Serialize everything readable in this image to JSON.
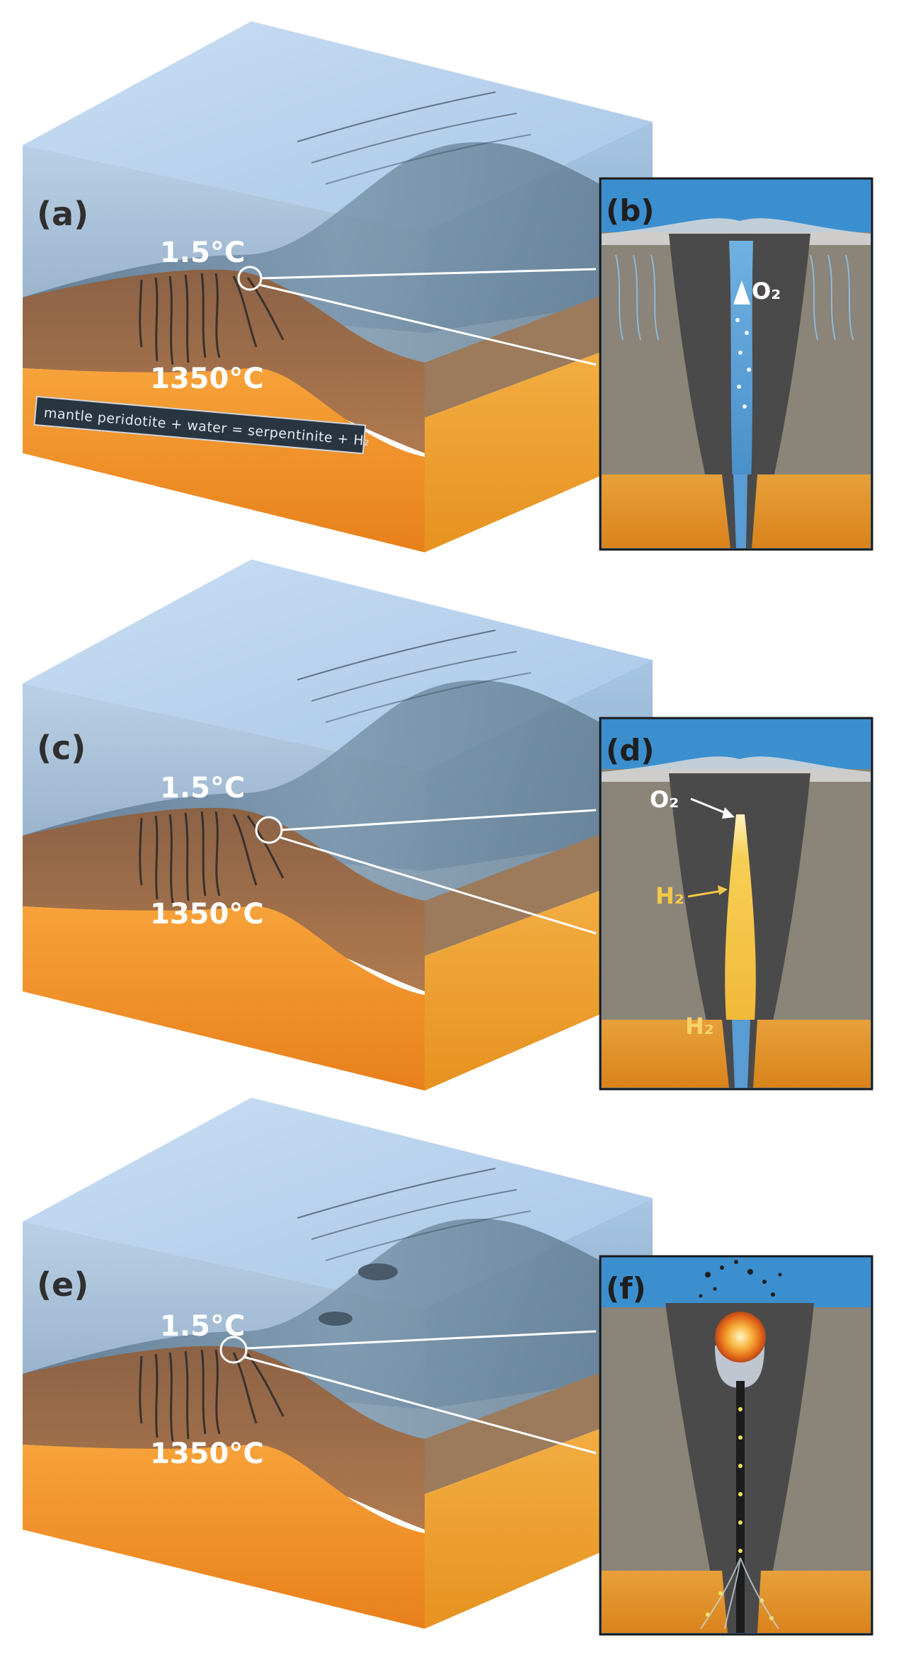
{
  "panels": {
    "a": {
      "label": "(a)",
      "surface_temp": "1.5°C",
      "mantle_temp": "1350°C",
      "equation": "mantle peridotite + water = serpentinite + H₂"
    },
    "b": {
      "label": "(b)",
      "gas": "O₂"
    },
    "c": {
      "label": "(c)",
      "surface_temp": "1.5°C",
      "mantle_temp": "1350°C"
    },
    "d": {
      "label": "(d)",
      "gas_top": "O₂",
      "gas_mid": "H₂",
      "gas_bottom": "H₂"
    },
    "e": {
      "label": "(e)",
      "surface_temp": "1.5°C",
      "mantle_temp": "1350°C"
    },
    "f": {
      "label": "(f)"
    }
  },
  "colors": {
    "ocean_top": "#bcd6f0",
    "ocean_deep": "#7fa3bf",
    "seafloor": "#6b7f8e",
    "crust": "#a07050",
    "mantle": "#f08a1a",
    "inset_sky": "#3b8fcf",
    "inset_rock": "#8b8478",
    "inset_dark": "#4a4a4a",
    "inset_mantle": "#e9962a",
    "h2_yellow": "#f5c84a"
  }
}
